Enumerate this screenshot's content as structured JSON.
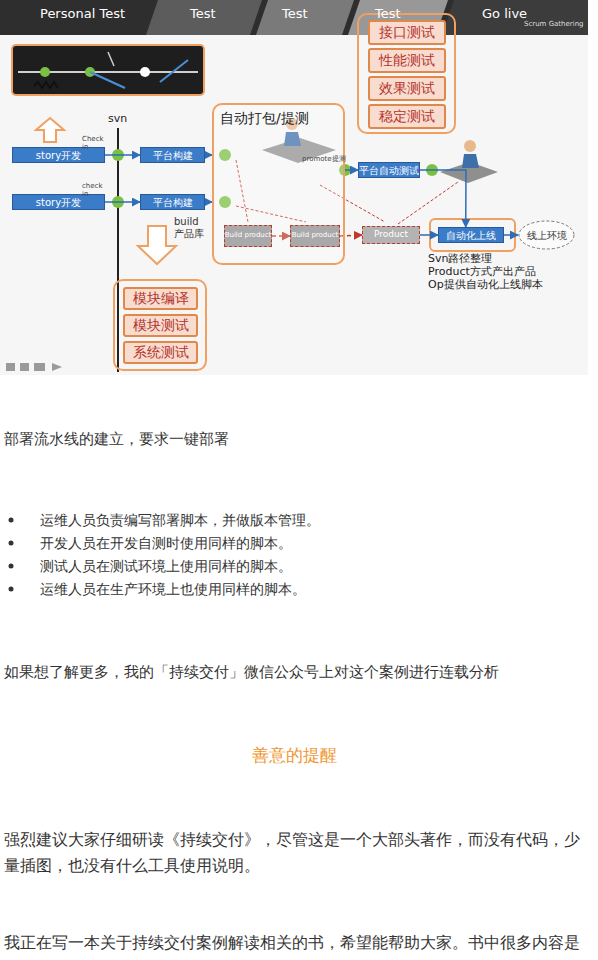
{
  "diagram": {
    "nodes": [
      {
        "text": [
          "story开发"
        ]
      },
      {
        "text": [
          "平台构建"
        ]
      },
      {
        "text": [
          "story开发"
        ]
      },
      {
        "text": [
          "平台构建"
        ]
      },
      {
        "text": [
          "自动打包/提测"
        ]
      },
      {
        "text": [
          "Build product"
        ],
        "in": 4
      },
      {
        "text": [
          "Build product"
        ],
        "in": 4
      },
      {
        "text": [
          "接口测试"
        ]
      },
      {
        "text": [
          "性能测试"
        ]
      },
      {
        "text": [
          "效果测试"
        ]
      },
      {
        "text": [
          "稳定测试"
        ]
      },
      {
        "text": [
          "平台自动测试"
        ]
      },
      {
        "text": [
          "Product"
        ]
      },
      {
        "text": [
          "自动化上线"
        ]
      },
      {
        "text": [
          "线上环境"
        ]
      },
      {
        "text": [
          "模块编译"
        ]
      },
      {
        "text": [
          "模块测试"
        ]
      },
      {
        "text": [
          "系统测试"
        ]
      }
    ],
    "edges": [
      {
        "from": 0,
        "to": 1,
        "arrow": "to",
        "label": "Check in"
      },
      {
        "from": 2,
        "to": 3,
        "arrow": "to",
        "label": "check in"
      },
      {
        "from": 1,
        "to": 4,
        "arrow": "to"
      },
      {
        "from": 3,
        "to": 4,
        "arrow": "to"
      },
      {
        "from": 4,
        "to": 11,
        "arrow": "to",
        "label": "promote提测"
      },
      {
        "from": 5,
        "to": 6,
        "arrow": "to"
      },
      {
        "from": 6,
        "to": 12,
        "arrow": "to"
      },
      {
        "from": 12,
        "to": 13,
        "arrow": "to"
      },
      {
        "from": 13,
        "to": 14,
        "arrow": "to"
      },
      {
        "from": 11,
        "to": 13,
        "arrow": "to"
      }
    ],
    "labels": [
      "Personal Test",
      "Test",
      "Test",
      "Test",
      "Go live",
      "Scrum Gathering",
      "svn",
      "build 产品库",
      "Svn路径整理",
      "Product方式产出产品",
      "Op提供自动化上线脚本",
      "部署流水线的建立，要求一键部署",
      "运维人员负责编写部署脚本，并做版本管理。",
      "开发人员在开发自测时使用同样的脚本。",
      "测试人员在测试环境上使用同样的脚本。",
      "运维人员在生产环境上也使用同样的脚本。",
      "如果想了解更多，我的「持续交付」微信公众号上对这个案例进行连载分析",
      "善意的提醒",
      "强烈建议大家仔细研读《持续交付》，尽管这是一个大部头著作，而没有代码，少量插图，也没有什么工具使用说明。",
      "我正在写一本关于持续交付案例解读相关的书，希望能帮助大家。书中很多内容是"
    ]
  }
}
